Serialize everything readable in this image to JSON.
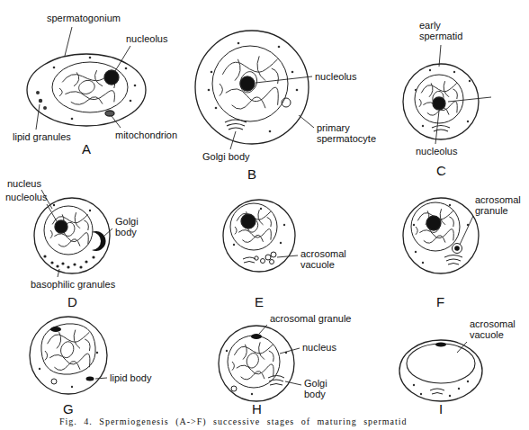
{
  "diagram": {
    "caption": "Fig. 4. Spermiogenesis (A->F) successive stages of maturing spermatid",
    "labels": [
      "spermatogonium",
      "nucleolus",
      "lipid granules",
      "mitochondrion",
      "A",
      "nucleolus",
      "primary spermatocyte",
      "Golgi body",
      "B",
      "early spermatid",
      "nucleolus",
      "C",
      "nucleus",
      "nucleolus",
      "Golgi body",
      "basophilic granules",
      "D",
      "acrosomal vacuole",
      "E",
      "acrosomal granule",
      "F",
      "lipid body",
      "G",
      "acrosomal granule",
      "nucleus",
      "Golgi body",
      "H",
      "acrosomal vacuole",
      "I"
    ]
  }
}
